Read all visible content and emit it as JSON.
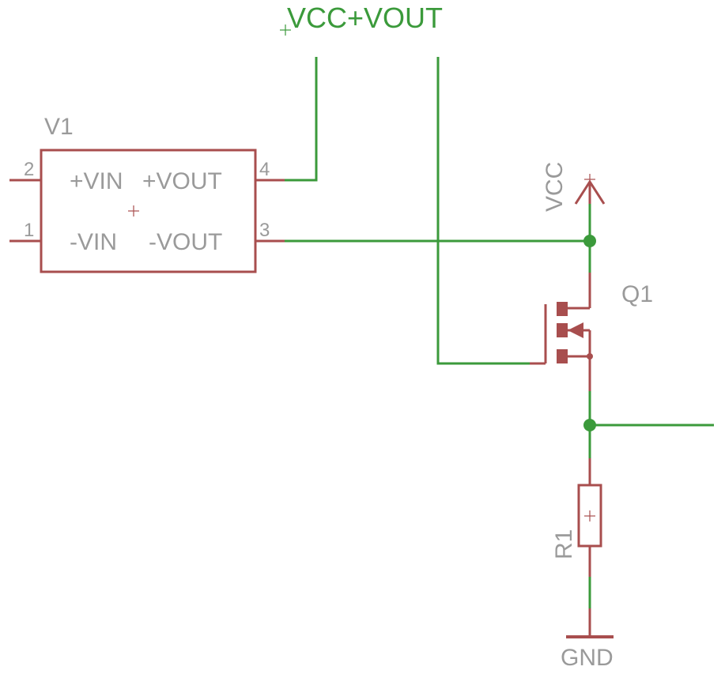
{
  "colors": {
    "wire": "#3b9a3b",
    "part": "#a84e4e",
    "label": "#9a9a9a",
    "net_label": "#3b9a3b",
    "background": "#ffffff"
  },
  "net_label": "VCC+VOUT",
  "v1": {
    "name": "V1",
    "pins": {
      "p2": "2",
      "p1": "1",
      "p4": "4",
      "p3": "3"
    },
    "inner": {
      "vin_pos": "+VIN",
      "vout_pos": "+VOUT",
      "vin_neg": "-VIN",
      "vout_neg": "-VOUT"
    }
  },
  "vcc_symbol": "VCC",
  "q1": {
    "name": "Q1"
  },
  "r1": {
    "name": "R1"
  },
  "gnd_symbol": "GND"
}
